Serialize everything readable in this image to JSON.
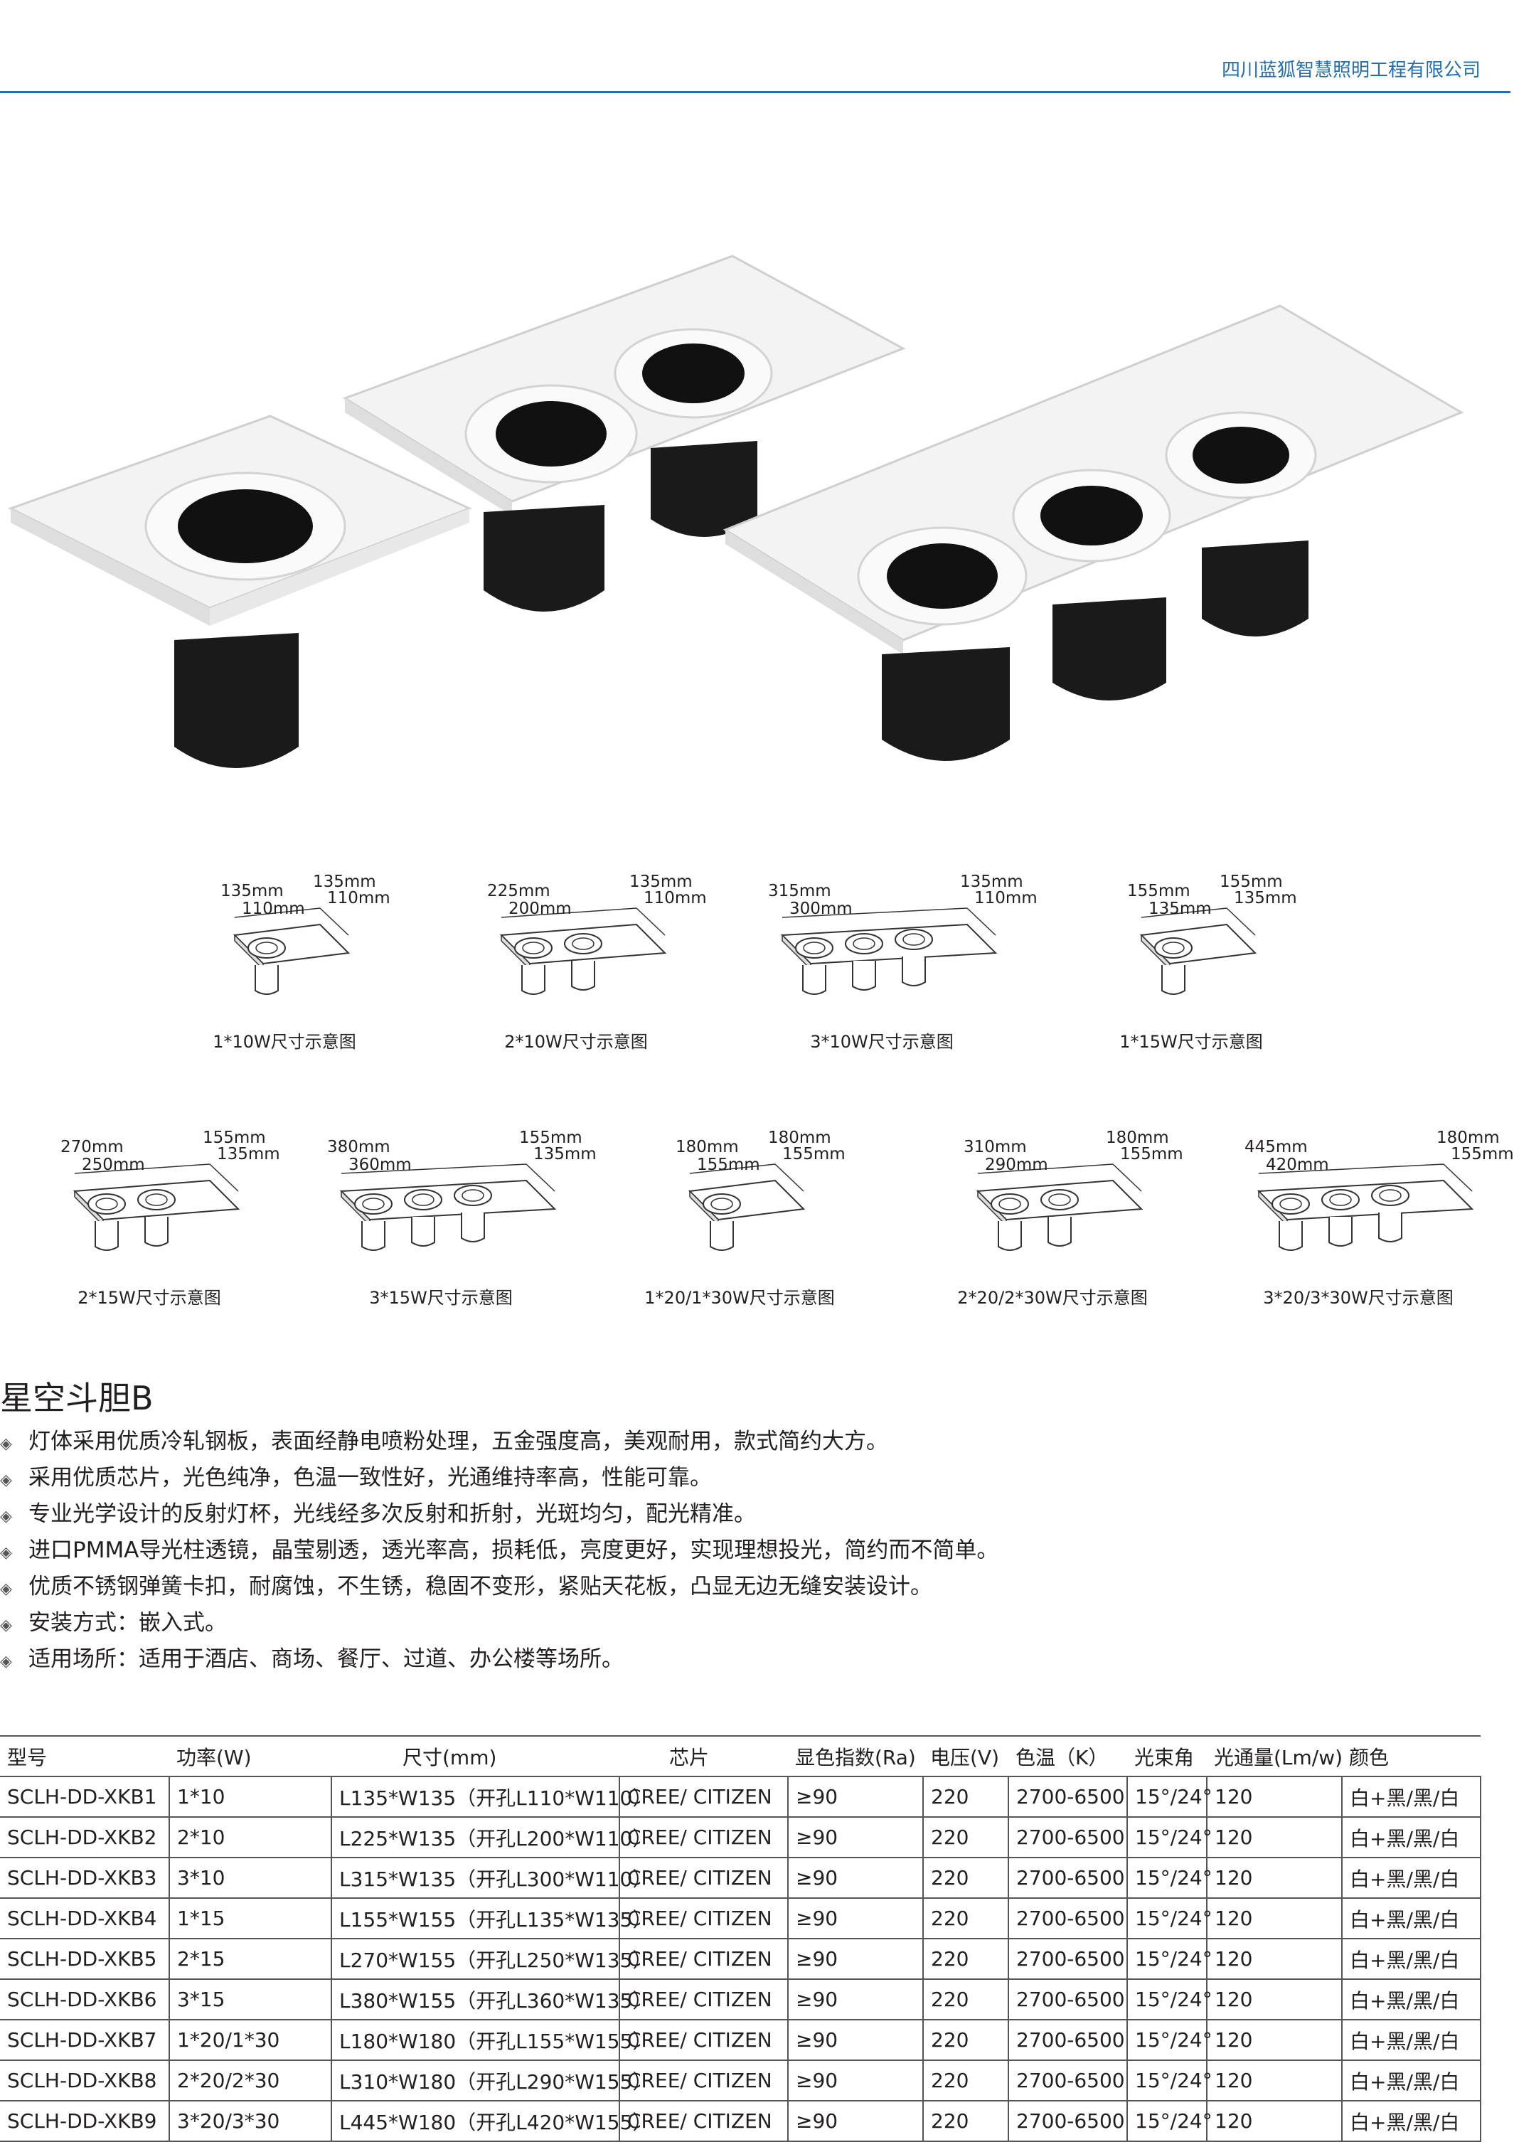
{
  "header": {
    "company": "四川蓝狐智慧照明工程有限公司"
  },
  "hero": {
    "image": "three recessed grille downlight fixtures (1, 2 and 3 heads)"
  },
  "diagrams_row1": [
    {
      "caption": "1*10W尺寸示意图",
      "d1": "135mm",
      "d2": "135mm",
      "d3": "110mm",
      "d4": "110mm",
      "heads": 1
    },
    {
      "caption": "2*10W尺寸示意图",
      "d1": "225mm",
      "d2": "135mm",
      "d3": "200mm",
      "d4": "110mm",
      "heads": 2
    },
    {
      "caption": "3*10W尺寸示意图",
      "d1": "315mm",
      "d2": "135mm",
      "d3": "300mm",
      "d4": "110mm",
      "heads": 3
    },
    {
      "caption": "1*15W尺寸示意图",
      "d1": "155mm",
      "d2": "155mm",
      "d3": "135mm",
      "d4": "135mm",
      "heads": 1
    }
  ],
  "diagrams_row2": [
    {
      "caption": "2*15W尺寸示意图",
      "d1": "270mm",
      "d2": "155mm",
      "d3": "250mm",
      "d4": "135mm",
      "heads": 2
    },
    {
      "caption": "3*15W尺寸示意图",
      "d1": "380mm",
      "d2": "155mm",
      "d3": "360mm",
      "d4": "135mm",
      "heads": 3
    },
    {
      "caption": "1*20/1*30W尺寸示意图",
      "d1": "180mm",
      "d2": "180mm",
      "d3": "155mm",
      "d4": "155mm",
      "heads": 1
    },
    {
      "caption": "2*20/2*30W尺寸示意图",
      "d1": "310mm",
      "d2": "180mm",
      "d3": "290mm",
      "d4": "155mm",
      "heads": 2
    },
    {
      "caption": "3*20/3*30W尺寸示意图",
      "d1": "445mm",
      "d2": "180mm",
      "d3": "420mm",
      "d4": "155mm",
      "heads": 3
    }
  ],
  "product": {
    "title": "星空斗胆B",
    "features": [
      "灯体采用优质冷轧钢板，表面经静电喷粉处理，五金强度高，美观耐用，款式简约大方。",
      "采用优质芯片，光色纯净，色温一致性好，光通维持率高，性能可靠。",
      "专业光学设计的反射灯杯，光线经多次反射和折射，光斑均匀，配光精准。",
      "进口PMMA导光柱透镜，晶莹剔透，透光率高，损耗低，亮度更好，实现理想投光，简约而不简单。",
      "优质不锈钢弹簧卡扣，耐腐蚀，不生锈，稳固不变形，紧贴天花板，凸显无边无缝安装设计。",
      "安装方式：嵌入式。",
      "适用场所：适用于酒店、商场、餐厅、过道、办公楼等场所。"
    ]
  },
  "table": {
    "headers": [
      "型号",
      "功率(W)",
      "尺寸(mm)",
      "芯片",
      "显色指数(Ra)",
      "电压(V)",
      "色温（K）",
      "光束角",
      "光通量(Lm/w)",
      "颜色"
    ],
    "rows": [
      [
        "SCLH-DD-XKB1",
        "1*10",
        "L135*W135（开孔L110*W110）",
        "CREE/ CITIZEN",
        "≥90",
        "220",
        "2700-6500",
        "15°/24°",
        "120",
        "白+黑/黑/白"
      ],
      [
        "SCLH-DD-XKB2",
        "2*10",
        "L225*W135（开孔L200*W110）",
        "CREE/ CITIZEN",
        "≥90",
        "220",
        "2700-6500",
        "15°/24°",
        "120",
        "白+黑/黑/白"
      ],
      [
        "SCLH-DD-XKB3",
        "3*10",
        "L315*W135（开孔L300*W110）",
        "CREE/ CITIZEN",
        "≥90",
        "220",
        "2700-6500",
        "15°/24°",
        "120",
        "白+黑/黑/白"
      ],
      [
        "SCLH-DD-XKB4",
        "1*15",
        "L155*W155（开孔L135*W135）",
        "CREE/ CITIZEN",
        "≥90",
        "220",
        "2700-6500",
        "15°/24°",
        "120",
        "白+黑/黑/白"
      ],
      [
        "SCLH-DD-XKB5",
        "2*15",
        "L270*W155（开孔L250*W135）",
        "CREE/ CITIZEN",
        "≥90",
        "220",
        "2700-6500",
        "15°/24°",
        "120",
        "白+黑/黑/白"
      ],
      [
        "SCLH-DD-XKB6",
        "3*15",
        "L380*W155（开孔L360*W135）",
        "CREE/ CITIZEN",
        "≥90",
        "220",
        "2700-6500",
        "15°/24°",
        "120",
        "白+黑/黑/白"
      ],
      [
        "SCLH-DD-XKB7",
        "1*20/1*30",
        "L180*W180（开孔L155*W155）",
        "CREE/ CITIZEN",
        "≥90",
        "220",
        "2700-6500",
        "15°/24°",
        "120",
        "白+黑/黑/白"
      ],
      [
        "SCLH-DD-XKB8",
        "2*20/2*30",
        "L310*W180（开孔L290*W155）",
        "CREE/ CITIZEN",
        "≥90",
        "220",
        "2700-6500",
        "15°/24°",
        "120",
        "白+黑/黑/白"
      ],
      [
        "SCLH-DD-XKB9",
        "3*20/3*30",
        "L445*W180（开孔L420*W155）",
        "CREE/ CITIZEN",
        "≥90",
        "220",
        "2700-6500",
        "15°/24°",
        "120",
        "白+黑/黑/白"
      ]
    ]
  }
}
